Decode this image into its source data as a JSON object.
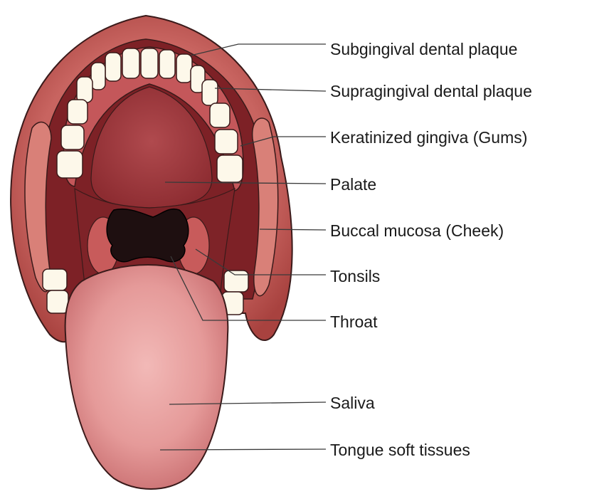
{
  "colors": {
    "lip": "#b44e4e",
    "lip_light": "#d9837c",
    "cavity": "#7b1f23",
    "palate": "#9e3a3e",
    "tooth": "#fdf8ea",
    "tongue": "#d98587",
    "tongue_light": "#f0b3b2",
    "throat": "#1e0f10",
    "leader": "#3a3a3a"
  },
  "labels": [
    {
      "id": "subgingival",
      "text": "Subgingival dental plaque"
    },
    {
      "id": "supragingival",
      "text": "Supragingival dental plaque"
    },
    {
      "id": "gingiva",
      "text": "Keratinized gingiva (Gums)"
    },
    {
      "id": "palate",
      "text": "Palate"
    },
    {
      "id": "buccal",
      "text": "Buccal mucosa (Cheek)"
    },
    {
      "id": "tonsils",
      "text": "Tonsils"
    },
    {
      "id": "throat",
      "text": "Throat"
    },
    {
      "id": "saliva",
      "text": "Saliva"
    },
    {
      "id": "tongue",
      "text": "Tongue soft tissues"
    }
  ]
}
